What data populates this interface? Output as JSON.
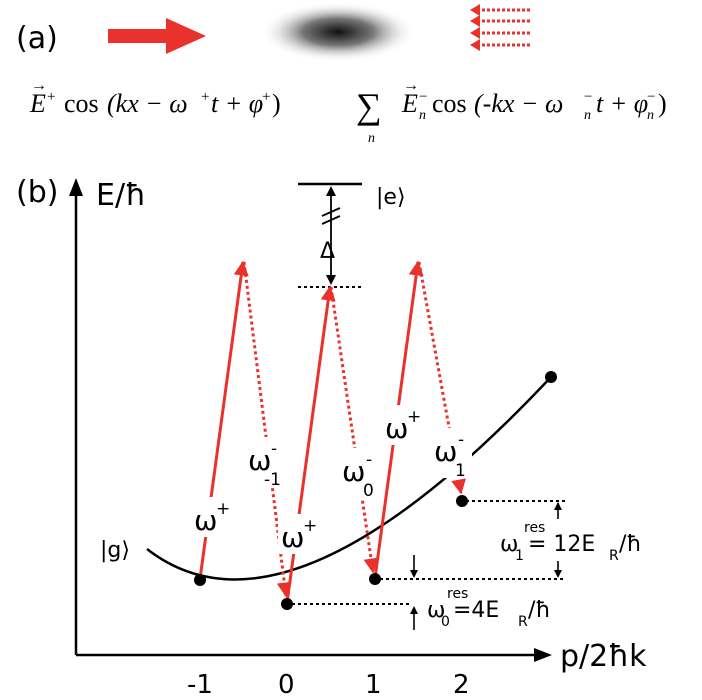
{
  "panel_a": {
    "label": "(a)",
    "forward_field": {
      "vec": "E",
      "sup": "+",
      "cos": "cos",
      "arg_main": "(kx − ω",
      "arg_sup": "+",
      "arg_mid": "t + φ",
      "arg_sup2": "+",
      "arg_end": ")"
    },
    "backward_field": {
      "sum": "∑",
      "sum_index": "n",
      "vec": "E",
      "vec_sup": "−",
      "vec_sub": "n",
      "cos": "cos",
      "arg_main": "(-kx − ω",
      "arg_sup": "−",
      "arg_sub": "n",
      "arg_mid": "t + φ",
      "arg_sup2": "−",
      "arg_sub2": "n",
      "arg_end": ")"
    }
  },
  "panel_b": {
    "label": "(b)",
    "y_axis_label": "E/ħ",
    "x_axis_label": "p/2ħk",
    "x_ticks": [
      "-1",
      "0",
      "1",
      "2"
    ],
    "excited_state": "|e⟩",
    "ground_state": "|g⟩",
    "detuning": "Δ",
    "omega": "ω",
    "plus": "+",
    "minus": "-",
    "omega_minus_sub": [
      "-1",
      "0",
      "1"
    ],
    "res1": {
      "sup": "res",
      "sub": "1",
      "text": "= 12E",
      "sub2": "R",
      "end": "/ħ"
    },
    "res0": {
      "sup": "res",
      "sub": "0",
      "text": "=4E",
      "sub2": "R",
      "end": "/ħ"
    }
  },
  "colors": {
    "red": "#e8322b",
    "black": "#000000"
  }
}
